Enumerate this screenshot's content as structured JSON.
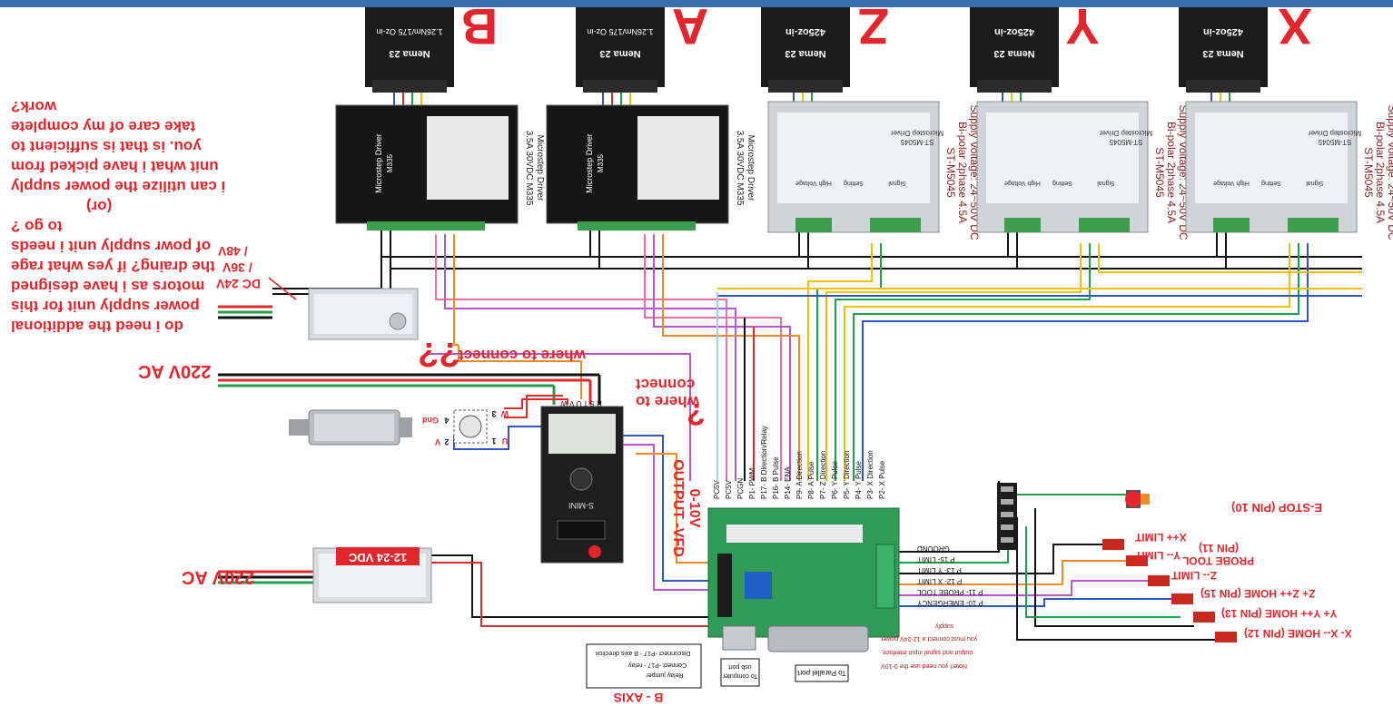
{
  "axes": {
    "b": "B",
    "a": "A",
    "z": "Z",
    "y": "Y",
    "x": "X"
  },
  "motors": {
    "b": {
      "line1": "Nema 23",
      "line2": "1.26Nm/175 Oz-in"
    },
    "a": {
      "line1": "Nema 23",
      "line2": "1.26Nm/175 Oz-in"
    },
    "z": {
      "line1": "Nema 23",
      "line2": "425oz-in"
    },
    "y": {
      "line1": "Nema 23",
      "line2": "425oz-in"
    },
    "x": {
      "line1": "Nema 23",
      "line2": "425oz-in"
    }
  },
  "drivers_m335": {
    "face_label": "Microstep Driver",
    "model": "M335",
    "label_line1": "3.5A 30VDC M335",
    "label_line2": "Microstep Driver"
  },
  "drivers_m5045": {
    "face_label": "Microstep Driver",
    "face_model": "ST-M5045",
    "title": "ST-M5045",
    "line2": "Bi-polar 2phase 4.5A",
    "line3": "Supply Voltage: 24~50V DC",
    "section_high": "High Voltage",
    "section_setting": "Setting",
    "section_signal": "Signal"
  },
  "question_main": [
    "do i need the additional",
    "power supply unit for this",
    "motors as i have designed",
    "the draing? if yes what rage",
    "of powr supply unit i needs",
    "to go ?",
    "(or)",
    "i can utilize the power supply",
    "unit what i have picked from",
    "you. is that is sufficient to",
    "take care of my complete",
    "work?"
  ],
  "psu1": {
    "label1": "DC 24V",
    "label2": "/ 36V",
    "label3": "/ 48V"
  },
  "where_connect_1": "where to connect",
  "where_connect_1_marks": "??",
  "where_connect_2_line1": "connect",
  "where_connect_2_line2": "where to",
  "where_connect_2_mark": "?",
  "ac_top": "220V AC",
  "ac_bottom": "220V AC",
  "psu2_label": "12-24 VDC",
  "vfd_label_line1": "0-10V",
  "vfd_label_line2": "OUTPUT -VFD",
  "vfd_brand": "S-MINI",
  "spindle_pins": {
    "p1": "1",
    "p2": "2",
    "p3": "3",
    "p4": "4",
    "gnd": "Gnd",
    "u": "U",
    "v": "V",
    "w": "W"
  },
  "vfd_terminals": "R S T U V W",
  "bob_signals": [
    "PC5V",
    "PC5V",
    "PCGN",
    "P1- PWM",
    "P17- B Direction/Relay",
    "P16- B Pulse",
    "P14- ENA",
    "P9- A Direction",
    "P8- A Pulse",
    "P7- Z Direction",
    "P6- Y Pulse",
    "P5- Y Direction",
    "P4- Y Pulse",
    "P3- X Direction",
    "P2- X Pulse"
  ],
  "bob_inputs": [
    "GROUND",
    "P 15- LIMIT",
    "P 13- Y LIMIT",
    "P 12- X LIMIT",
    "P 11- PROBE TOOL",
    "P 10- EMERGENCY"
  ],
  "switches": {
    "estop": "E-STOP (PIN 10)",
    "xlimit": "X++ LIMIT",
    "probe_line1": "PROBE TOOL",
    "probe_line2": "(PIN 11)",
    "ylimit": "Y-- LIMIT",
    "zlimit": "Z-- LIMIT",
    "zhome": "Z+ Z++ HOME (PIN 15)",
    "yhome": "Y+ Y++ HOME (PIN 13)",
    "xhome": "X- X-- HOME (PIN 12)"
  },
  "note": [
    "Note!! you need use the 0-10V",
    "output and signal input interface,",
    "you must connect a 12-24V power",
    "supply"
  ],
  "box_parallel": "To Parallel port",
  "box_usb_line1": "To computer",
  "box_usb_line2": "usb port",
  "relay_box": [
    "Relay jumper",
    "Connect -P17 - relay",
    "Disconnect -P17 - B axis direction"
  ],
  "b_axis": "B - AXIS",
  "colors": {
    "red_text": "#e3262b",
    "wire_red": "#e0292b",
    "wire_green": "#21a04a",
    "wire_blue": "#2a56c6",
    "wire_yellow": "#f2c200",
    "wire_orange": "#f08a24",
    "wire_purple": "#b656d4",
    "wire_pink": "#ee6fa7",
    "board_green": "#2f9b57"
  }
}
